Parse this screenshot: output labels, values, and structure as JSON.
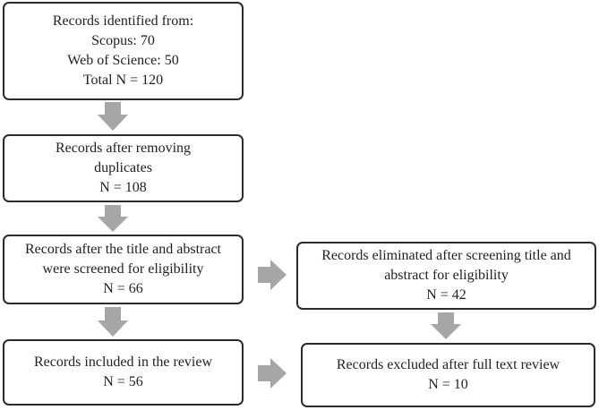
{
  "flow": {
    "identified": {
      "lines": [
        "Records identified from:",
        "Scopus: 70",
        "Web of Science: 50",
        "Total N = 120"
      ]
    },
    "dedup": {
      "lines": [
        "Records after removing",
        "duplicates",
        "N = 108"
      ]
    },
    "screened": {
      "lines": [
        "Records after the title and abstract",
        "were screened for eligibility",
        "N = 66"
      ]
    },
    "included": {
      "lines": [
        "Records included in the review",
        "N = 56"
      ]
    },
    "eliminated": {
      "lines": [
        "Records eliminated after screening title and",
        "abstract for eligibility",
        "N = 42"
      ]
    },
    "excluded": {
      "lines": [
        "Records excluded after full text review",
        "N = 10"
      ]
    }
  },
  "colors": {
    "box_border": "#2b2b2b",
    "arrow_fill": "#a6a6a6",
    "text": "#222222"
  }
}
